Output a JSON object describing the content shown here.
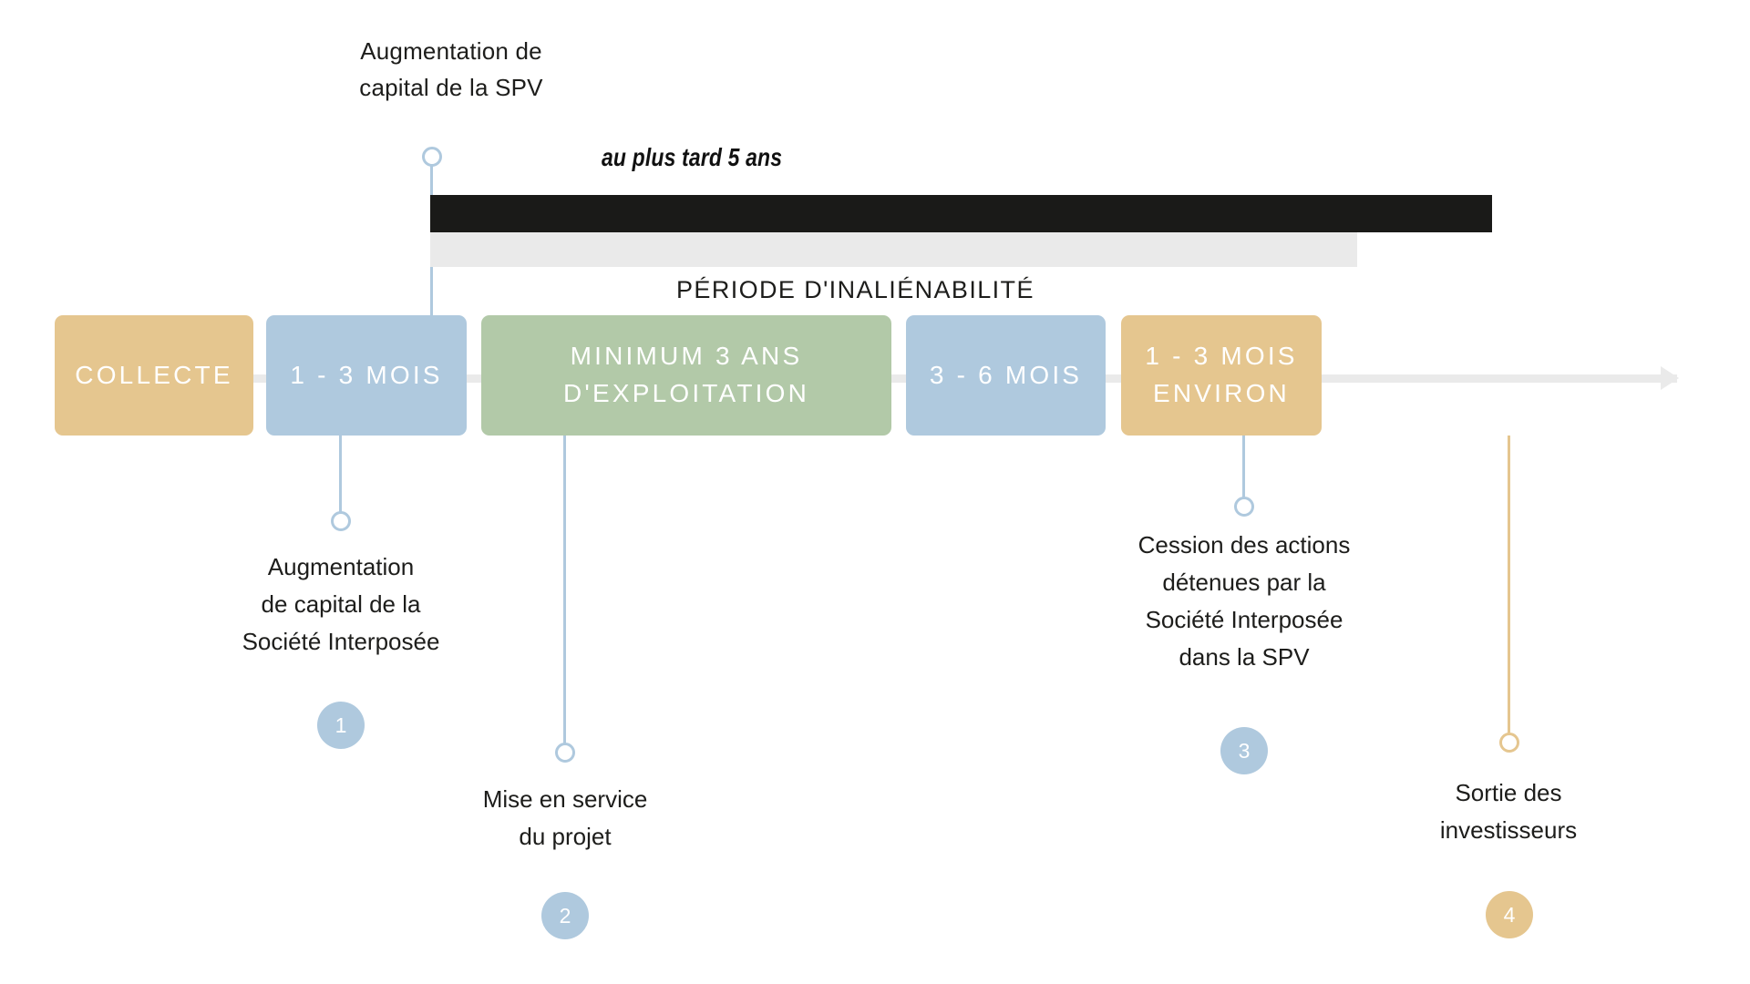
{
  "colors": {
    "gold": "#e5c68f",
    "blue": "#afc9de",
    "green": "#b2c9a8",
    "black_bar": "#1a1a18",
    "grey_bar": "#eaeaea",
    "rule": "#eaeaea",
    "text": "#1d1d1b"
  },
  "top_callout": {
    "text": "Augmentation de\ncapital de la SPV"
  },
  "duration_bar": {
    "label": "au plus tard 5 ans",
    "period_caption": "PÉRIODE D'INALIÉNABILITÉ"
  },
  "phases": [
    {
      "label": "COLLECTE",
      "color_key": "gold"
    },
    {
      "label": "1 - 3 MOIS",
      "color_key": "blue"
    },
    {
      "label": "MINIMUM 3 ANS\nD'EXPLOITATION",
      "color_key": "green"
    },
    {
      "label": "3 - 6 MOIS",
      "color_key": "blue"
    },
    {
      "label": "1 - 3 MOIS\nENVIRON",
      "color_key": "gold"
    }
  ],
  "callouts": [
    {
      "number": "1",
      "text": "Augmentation\nde capital de la\nSociété Interposée",
      "color": "#afc9de"
    },
    {
      "number": "2",
      "text": "Mise en service\ndu projet",
      "color": "#afc9de"
    },
    {
      "number": "3",
      "text": "Cession des actions\ndétenues par la\nSociété Interposée\ndans la SPV",
      "color": "#afc9de"
    },
    {
      "number": "4",
      "text": "Sortie des\ninvestisseurs",
      "color": "#e5c68f"
    }
  ]
}
